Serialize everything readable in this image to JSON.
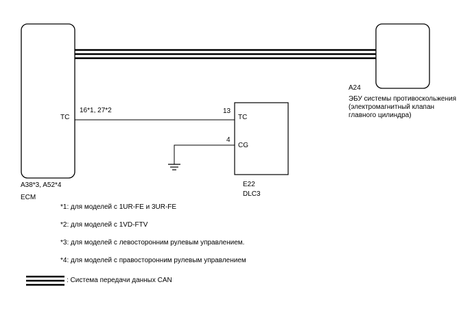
{
  "ecm": {
    "pin_label": "TC",
    "pin_numbers": "16*1, 27*2",
    "connector": "A38*3, A52*4",
    "name": "ECM"
  },
  "abs_ecu": {
    "connector": "A24",
    "name": "ЭБУ системы противоскольжения\n(электромагнитный клапан\nглавного цилиндра)"
  },
  "dlc3": {
    "pin_tc_number": "13",
    "pin_tc_label": "TC",
    "pin_cg_number": "4",
    "pin_cg_label": "CG",
    "connector": "E22",
    "name": "DLC3"
  },
  "notes": [
    "*1: для моделей с 1UR-FE и 3UR-FE",
    "*2: для моделей с 1VD-FTV",
    "*3: для моделей с левосторонним рулевым управлением.",
    "*4: для моделей с правосторонним рулевым управлением"
  ],
  "legend": {
    "can_label": ": Система передачи данных CAN"
  }
}
